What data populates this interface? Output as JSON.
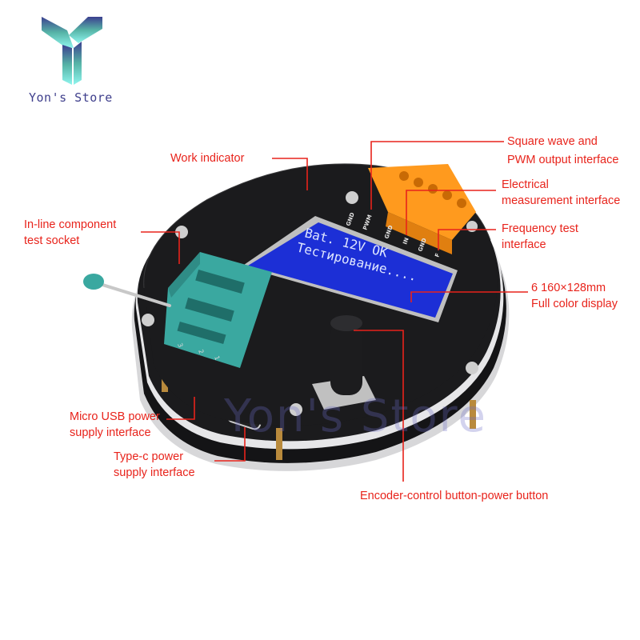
{
  "brand": {
    "name": "Yon's Store",
    "watermark": "Yon's Store",
    "logo_icon": "y-logo-icon",
    "colors": {
      "logo_top": "#3b3f8f",
      "logo_bottom": "#8ff5ee",
      "text": "#3f3f8c"
    }
  },
  "device": {
    "lcd": {
      "line1": "Bat. 12V OK",
      "line2": "Тестирование....",
      "color": "#1c2fd6"
    },
    "socket_color": "#3aa8a0",
    "terminal_color": "#ff9a1e",
    "board_color": "#1b1b1d",
    "pin_labels": [
      "GND",
      "PWM",
      "GND",
      "IN",
      "GND",
      "F"
    ],
    "socket_marks": [
      "3",
      "2",
      "1"
    ]
  },
  "callouts": {
    "work_indicator": "Work indicator",
    "socket": [
      "In-line component",
      "test socket"
    ],
    "square_wave": [
      "Square wave and",
      "PWM output interface"
    ],
    "electrical": [
      "Electrical",
      "measurement interface"
    ],
    "frequency": [
      "Frequency test",
      "interface"
    ],
    "display": [
      "6 160×128mm",
      "Full color display"
    ],
    "micro_usb": [
      "Micro USB power",
      "supply interface"
    ],
    "type_c": [
      "Type-c power",
      "supply interface"
    ],
    "encoder": "Encoder-control button-power button",
    "color": "#e8231b"
  }
}
